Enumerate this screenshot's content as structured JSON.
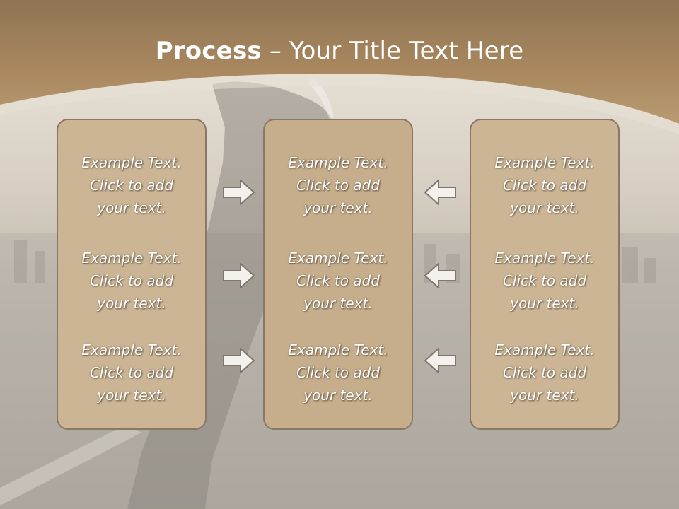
{
  "slide": {
    "title_bold": "Process",
    "title_rest": " – Your Title Text Here"
  },
  "columns": [
    {
      "cells": [
        {
          "line1": "Example Text.",
          "line2": "Click  to add",
          "line3": "your text."
        },
        {
          "line1": "Example Text.",
          "line2": "Click  to add",
          "line3": "your text."
        },
        {
          "line1": "Example Text.",
          "line2": "Click  to add",
          "line3": "your text."
        }
      ]
    },
    {
      "cells": [
        {
          "line1": "Example Text.",
          "line2": "Click  to add",
          "line3": "your text."
        },
        {
          "line1": "Example Text.",
          "line2": "Click  to add",
          "line3": "your text."
        },
        {
          "line1": "Example Text.",
          "line2": "Click  to add",
          "line3": "your text."
        }
      ]
    },
    {
      "cells": [
        {
          "line1": "Example Text.",
          "line2": "Click  to add",
          "line3": "your text."
        },
        {
          "line1": "Example Text.",
          "line2": "Click  to add",
          "line3": "your text."
        },
        {
          "line1": "Example Text.",
          "line2": "Click  to add",
          "line3": "your text."
        }
      ]
    }
  ],
  "arrows": {
    "left_group": [
      "arrow-right-icon",
      "arrow-right-icon",
      "arrow-right-icon"
    ],
    "right_group": [
      "arrow-left-icon",
      "arrow-left-icon",
      "arrow-left-icon"
    ]
  },
  "colors": {
    "header": "#a8875e",
    "panel": "#cbb595",
    "panel_border": "#8a7864",
    "text": "#ffffff"
  }
}
